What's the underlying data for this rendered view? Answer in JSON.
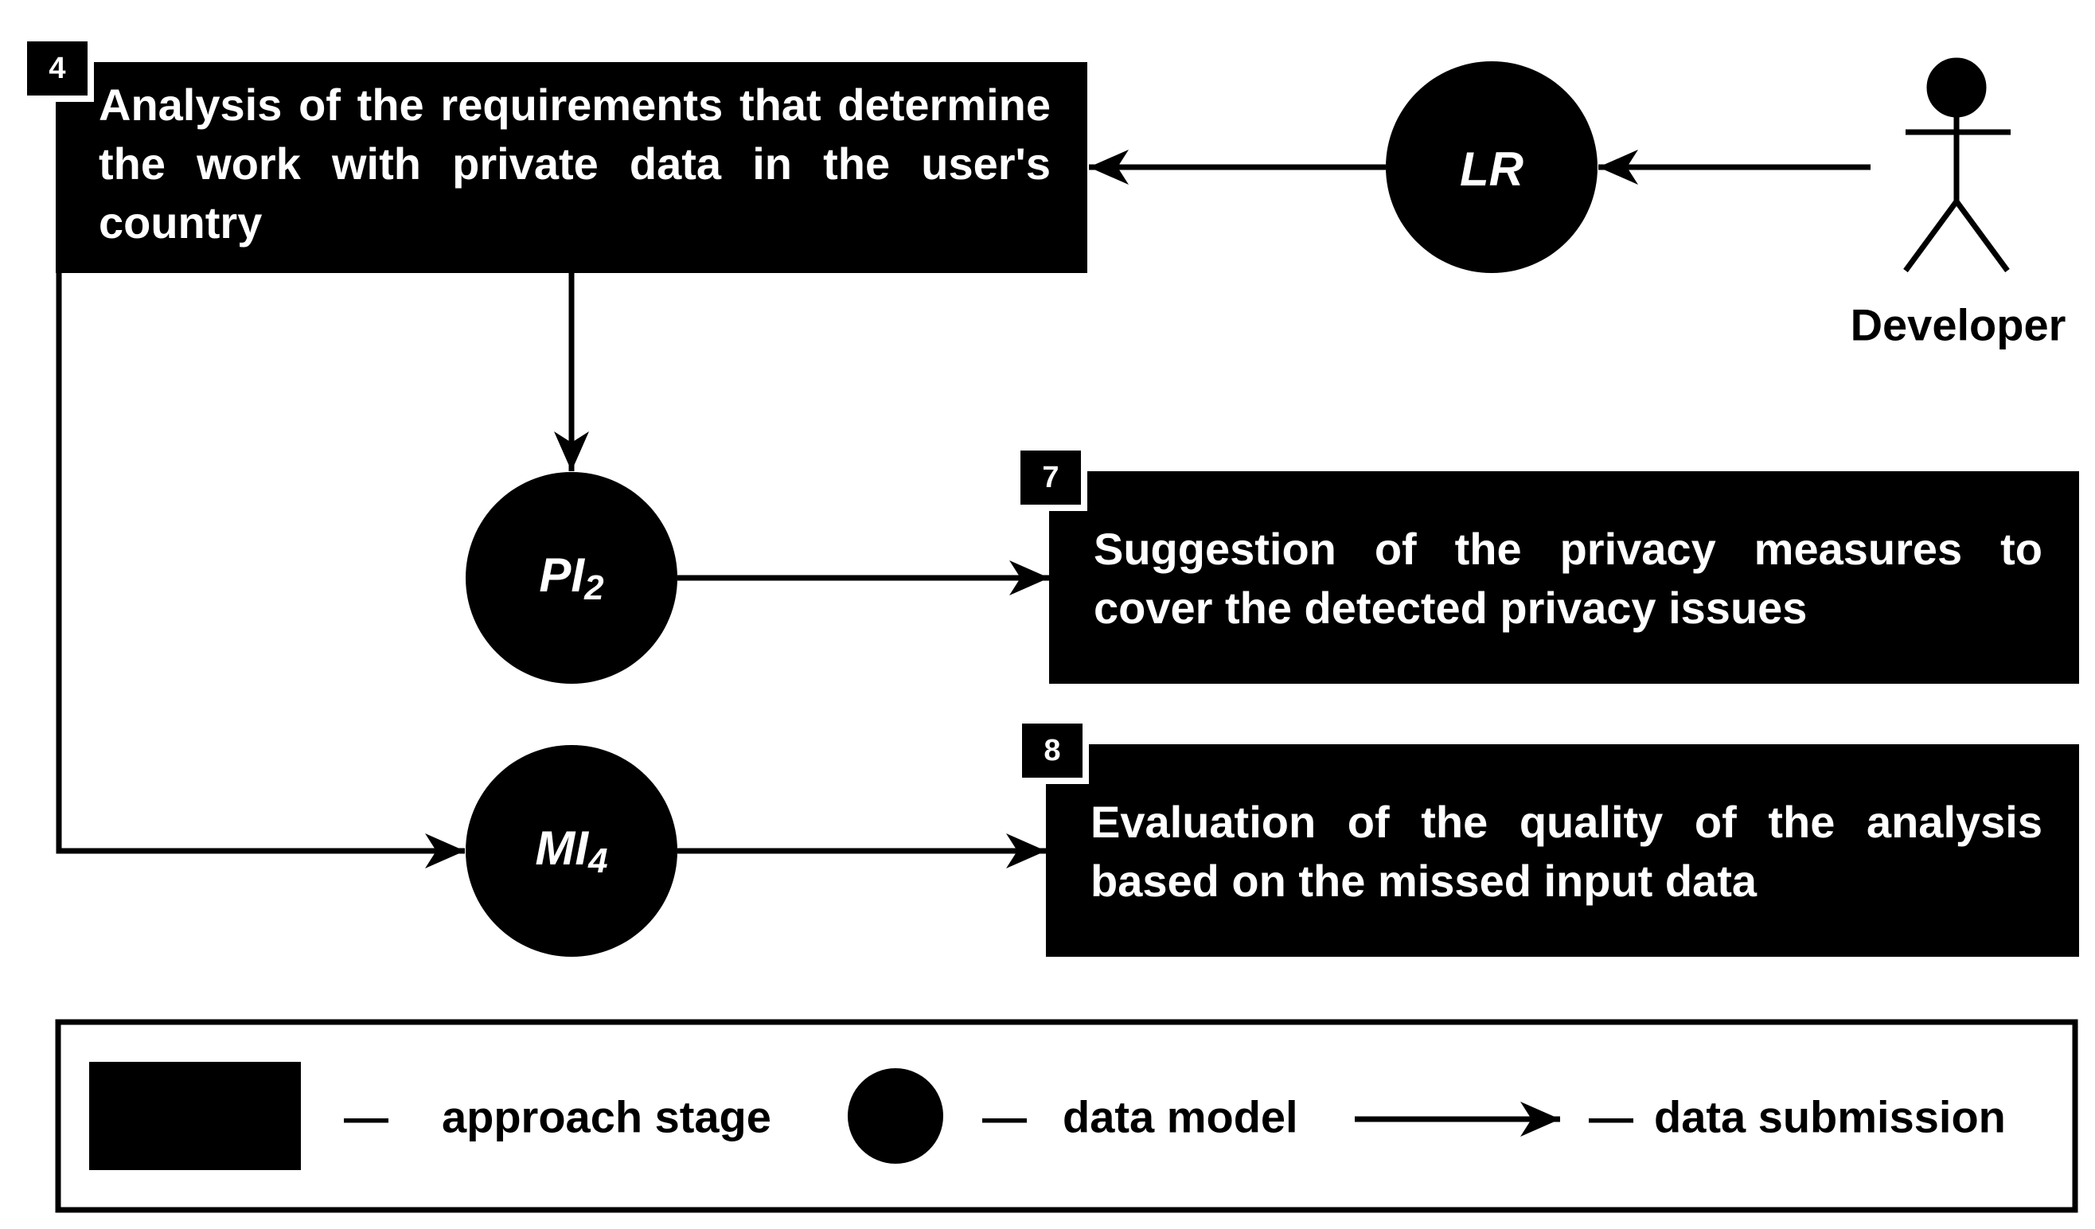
{
  "stages": [
    {
      "number": "4",
      "text": "Analysis of the requirements that determine the work with private data in the user's country"
    },
    {
      "number": "7",
      "text": "Suggestion of the privacy measures to cover the detected privacy issues"
    },
    {
      "number": "8",
      "text": "Evaluation of the quality of the analysis based on the missed input data"
    }
  ],
  "data_models": [
    {
      "label": "LR",
      "subscript": ""
    },
    {
      "label": "PI",
      "subscript": "2"
    },
    {
      "label": "MI",
      "subscript": "4"
    }
  ],
  "actor": {
    "label": "Developer"
  },
  "legend": {
    "stage_label": "approach stage",
    "model_label": "data model",
    "submission_label": "data submission",
    "dash": "—"
  },
  "colors": {
    "fill": "#000000",
    "text": "#ffffff",
    "background": "#ffffff"
  }
}
